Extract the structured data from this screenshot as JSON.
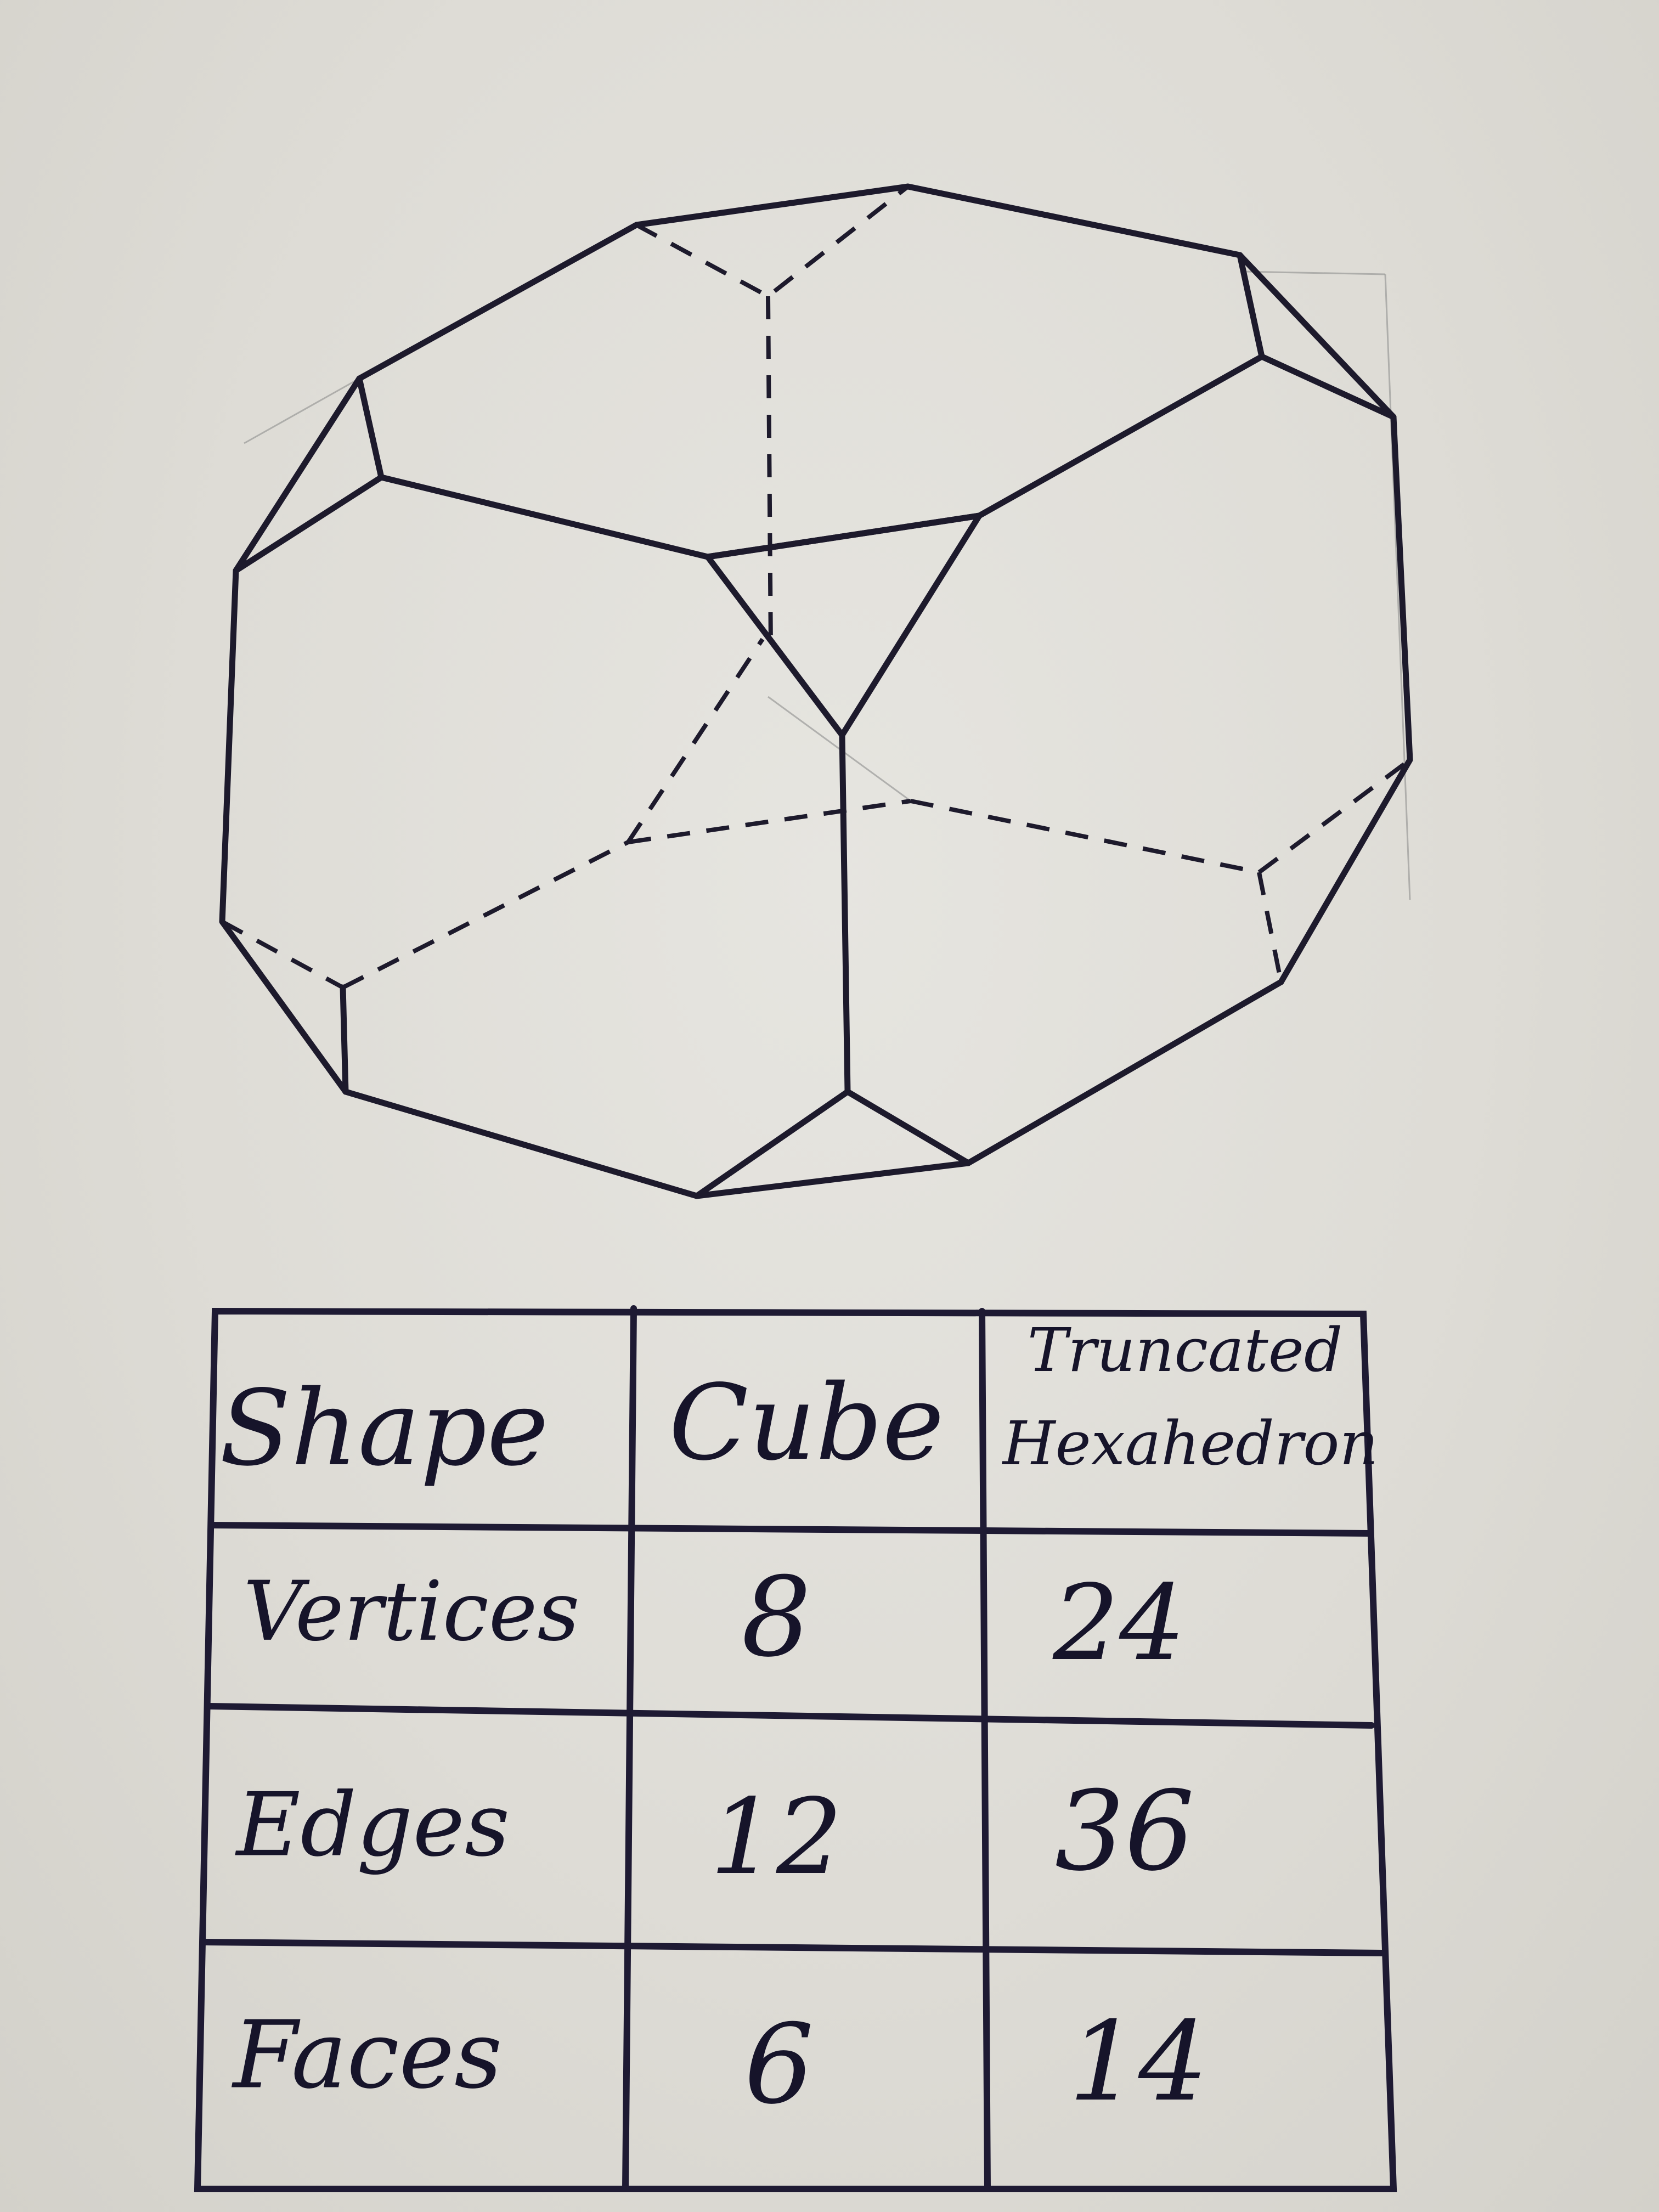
{
  "table": {
    "headers": [
      "Shape",
      "Cube",
      "Truncated\nHexahedron"
    ],
    "header_lines": {
      "shape": "Shape",
      "cube": "Cube",
      "truncated_line1": "Truncated",
      "truncated_line2": "Hexahedron"
    },
    "rows": [
      {
        "label": "Vertices",
        "cube": "8",
        "truncated": "24"
      },
      {
        "label": "Edges",
        "cube": "12",
        "truncated": "36"
      },
      {
        "label": "Faces",
        "cube": "6",
        "truncated": "14"
      }
    ]
  },
  "colors": {
    "ink": "#1d1a2c",
    "paper": "#e2e1dc"
  }
}
